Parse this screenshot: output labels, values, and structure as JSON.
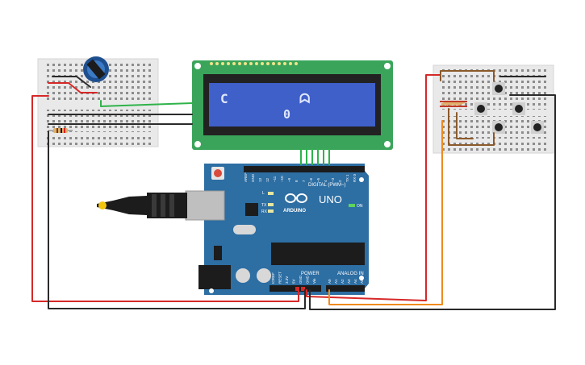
{
  "colors": {
    "breadboard": "#e9e9e9",
    "arduino_board": "#2d6ea3",
    "lcd_pcb": "#3aa55a",
    "lcd_screen": "#3f5fc9",
    "wire_red": "#d62828",
    "wire_black": "#2a2a2a",
    "wire_green": "#2fb34a",
    "wire_orange": "#f08a1c",
    "wire_brown": "#8b5a2b"
  },
  "arduino": {
    "brand": "ARDUINO",
    "model": "UNO",
    "digital_label": "DIGITAL (PWM~)",
    "power_label": "POWER",
    "analog_label": "ANALOG IN",
    "on_label": "ON",
    "led_l": "L",
    "led_tx": "TX",
    "led_rx": "RX",
    "digital_pins": [
      "AREF",
      "GND",
      "13",
      "12",
      "~11",
      "~10",
      "~9",
      "8",
      "7",
      "~6",
      "~5",
      "4",
      "~3",
      "2",
      "TX 1",
      "RX 0"
    ],
    "power_pins": [
      "IOREF",
      "RESET",
      "3.3V",
      "5V",
      "GND",
      "GND",
      "Vin"
    ],
    "analog_pins": [
      "A0",
      "A1",
      "A2",
      "A3",
      "A4",
      "A5"
    ]
  },
  "lcd": {
    "row1_left": "C",
    "row1_right": "ᗣ",
    "row2": "0"
  },
  "icons": {
    "usb": "usb-cable-icon",
    "potentiometer": "potentiometer-icon",
    "resistor": "resistor-icon",
    "pushbutton": "pushbutton-icon"
  }
}
